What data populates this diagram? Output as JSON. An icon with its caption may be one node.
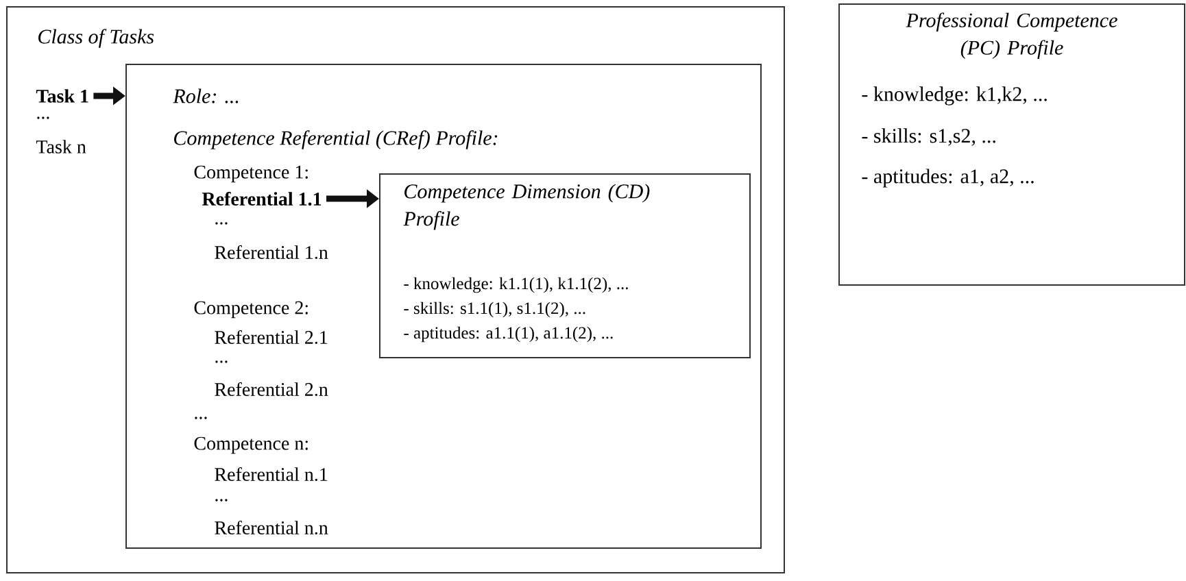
{
  "diagram": {
    "nodes": [
      {
        "text": [
          "Class of Tasks"
        ]
      },
      {
        "text": [
          "Task 1"
        ],
        "in": 0
      },
      {
        "text": [
          "Role: ...",
          "Competence Referential (CRef) Profile:"
        ],
        "in": 0
      },
      {
        "text": [
          "Referential 1.1"
        ],
        "in": 2
      },
      {
        "text": [
          "Competence Dimension (CD) Profile",
          "- knowledge: k1.1(1), k1.1(2), ...",
          "- skills: s1.1(1), s1.1(2), ...",
          "- aptitudes: a1.1(1), a1.1(2), ..."
        ],
        "in": 2
      },
      {
        "text": [
          "Professional Competence (PC) Profile",
          "- knowledge: k1,k2, ...",
          "- skills: s1,s2, ...",
          "- aptitudes: a1, a2, ..."
        ]
      }
    ],
    "edges": [
      {
        "from": 1,
        "to": 2,
        "arrow": "to"
      },
      {
        "from": 3,
        "to": 4,
        "arrow": "to"
      }
    ],
    "labels": [
      "...",
      "Task n",
      "Competence 1:",
      "...",
      "Referential 1.n",
      "Competence 2:",
      "Referential 2.1",
      "...",
      "Referential 2.n",
      "...",
      "Competence n:",
      "Referential n.1",
      "...",
      "Referential n.n"
    ]
  }
}
